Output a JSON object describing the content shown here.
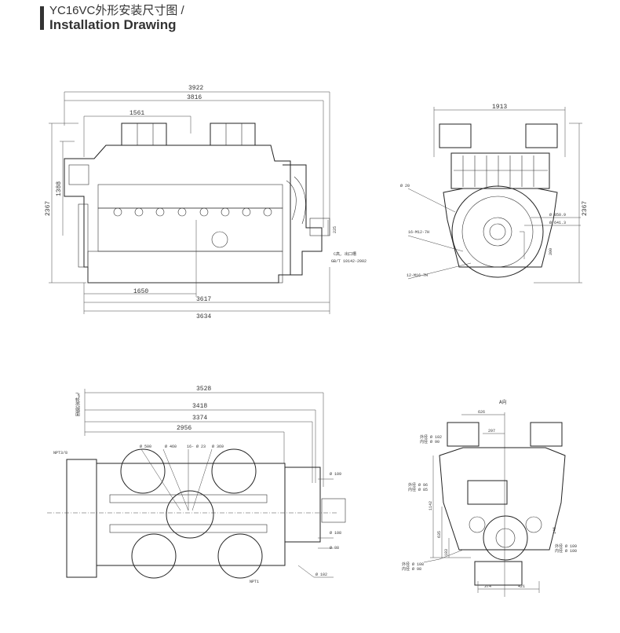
{
  "header": {
    "title_cn": "YC16VC外形安装尺寸图 /",
    "title_en": "Installation Drawing"
  },
  "side_view": {
    "dims": {
      "overall": "3922",
      "length_2": "3816",
      "turbo_span": "1561",
      "height": "2367",
      "height_2": "1388",
      "center_offset": "1650",
      "base_length": "3617",
      "base_length_2": "3634",
      "shaft_height": "225"
    },
    "labels": {
      "flange": "C高, 出口槽",
      "standard": "GB/T 10142-2002"
    }
  },
  "front_view": {
    "dims": {
      "width": "1913",
      "height": "2367",
      "d1": "Ø 850.9",
      "d2": "Ø 641.3",
      "h": "300"
    },
    "labels": {
      "l1": "16-M12-7H",
      "l2": "12-M16-7H",
      "l3": "Ø 20"
    }
  },
  "top_view": {
    "side_label": "飞轮壳端面",
    "dims": {
      "a": "3528",
      "b": "3418",
      "c": "3374",
      "d": "2956",
      "d500": "Ø 500",
      "d460": "Ø 460",
      "holes": "16- Ø 23",
      "d369": "Ø 369",
      "d109": "Ø 109",
      "d108": "Ø 108",
      "d88": "Ø 88",
      "d102": "Ø 102"
    },
    "labels": {
      "npt38": "NPT3/8",
      "npt1": "NPT1"
    }
  },
  "end_view": {
    "view_label": "A向",
    "dims": {
      "w626": "626",
      "w297": "297",
      "h1142": "1142",
      "h635": "635",
      "h183": "183",
      "h146": "146",
      "w374": "374",
      "w421": "421"
    },
    "labels": {
      "p1a": "外径 Ø 102",
      "p1b": "内径 Ø 90",
      "p2a": "外径 Ø 96",
      "p2b": "内径 Ø 85",
      "p3a": "外径 Ø 108",
      "p3b": "内径 Ø 98",
      "p4a": "外径 Ø 109",
      "p4b": "内径 Ø 100"
    }
  }
}
